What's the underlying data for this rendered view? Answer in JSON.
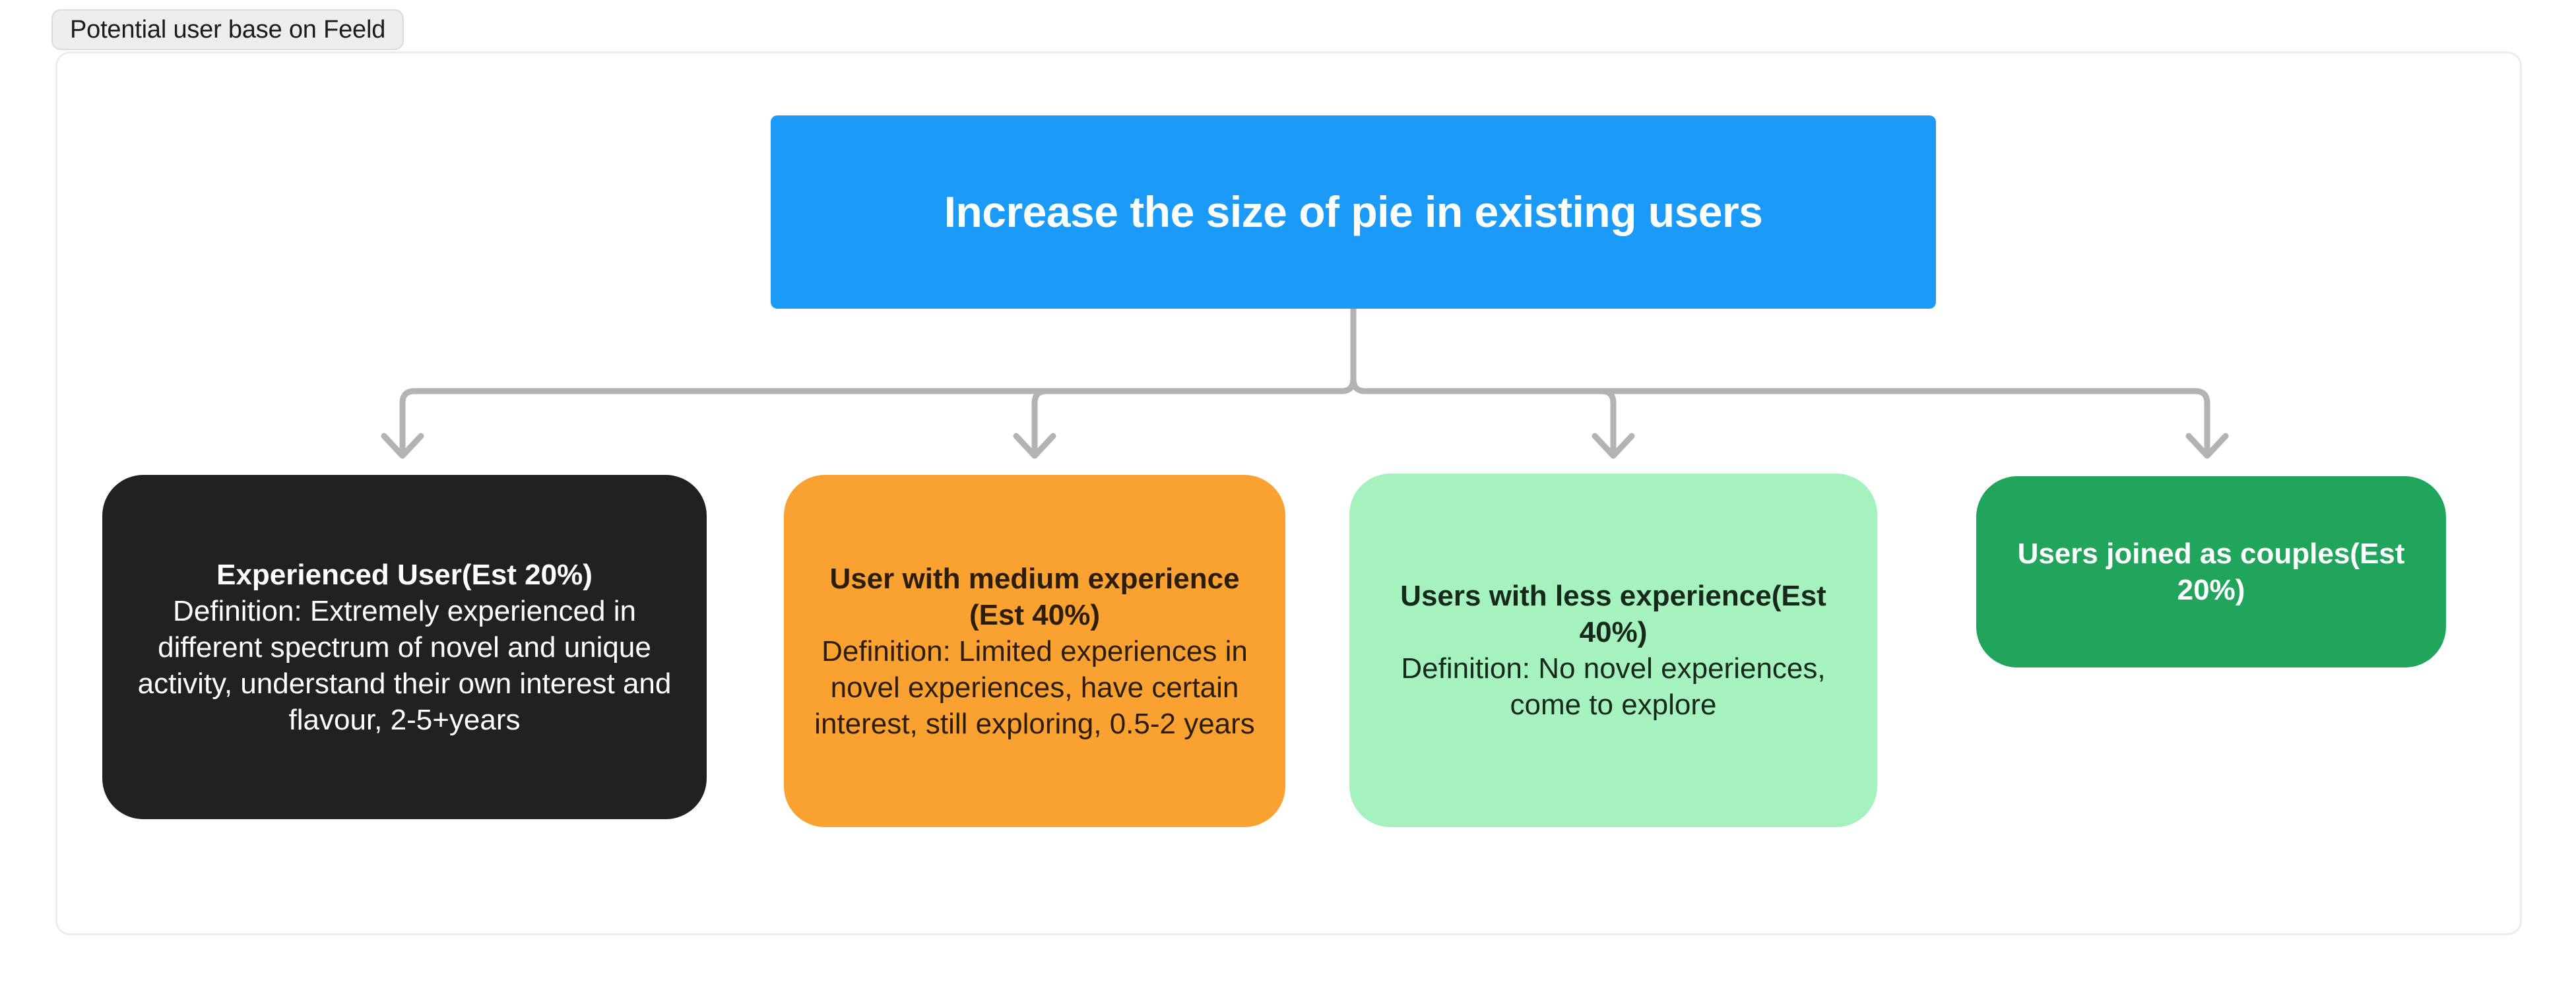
{
  "tab": {
    "label": "Potential user base on Feeld"
  },
  "diagram": {
    "type": "tree",
    "orientation": "top-down",
    "connector_color": "#b3b3b3",
    "root": {
      "id": "root",
      "title": "Increase the size of pie in existing users",
      "fill": "#1b9bf7",
      "text_color": "#ffffff"
    },
    "children": [
      {
        "id": "c1",
        "title": "Experienced User(Est 20%)",
        "body": "Definition: Extremely experienced in different spectrum of novel and unique activity, understand their own interest and flavour,  2-5+years",
        "fill": "#212121",
        "text_color": "#ffffff",
        "estimate_pct": 20
      },
      {
        "id": "c2",
        "title": "User with medium experience (Est 40%)",
        "body": "Definition: Limited experiences in novel experiences, have certain interest, still exploring, 0.5-2 years",
        "fill": "#f9a231",
        "text_color": "#2b1d06",
        "estimate_pct": 40
      },
      {
        "id": "c3",
        "title": "Users with less experience(Est 40%)",
        "body": "Definition: No novel experiences, come to explore",
        "fill": "#a6f2be",
        "text_color": "#16291c",
        "estimate_pct": 40
      },
      {
        "id": "c4",
        "title": "Users joined as couples(Est 20%)",
        "body": "",
        "fill": "#21a45c",
        "text_color": "#ffffff",
        "estimate_pct": 20
      }
    ]
  }
}
